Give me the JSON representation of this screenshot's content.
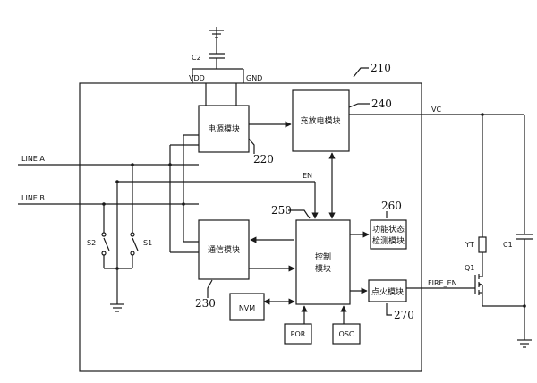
{
  "labels": {
    "vdd": "VDD",
    "gnd": "GND",
    "c2": "C2",
    "c1": "C1",
    "vc": "VC",
    "en": "EN",
    "line_a": "LINE A",
    "line_b": "LINE B",
    "s1": "S1",
    "s2": "S2",
    "yt": "YT",
    "q1": "Q1",
    "fire_en": "FIRE_EN"
  },
  "blocks": {
    "power": "电源模块",
    "charge": "充放电模块",
    "comm": "通信模块",
    "control_1": "控制",
    "control_2": "模块",
    "status_1": "功能状态",
    "status_2": "检测模块",
    "ignite": "点火模块",
    "nvm": "NVM",
    "por": "POR",
    "osc": "OSC"
  },
  "refs": {
    "r210": "210",
    "r220": "220",
    "r230": "230",
    "r240": "240",
    "r250": "250",
    "r260": "260",
    "r270": "270"
  }
}
